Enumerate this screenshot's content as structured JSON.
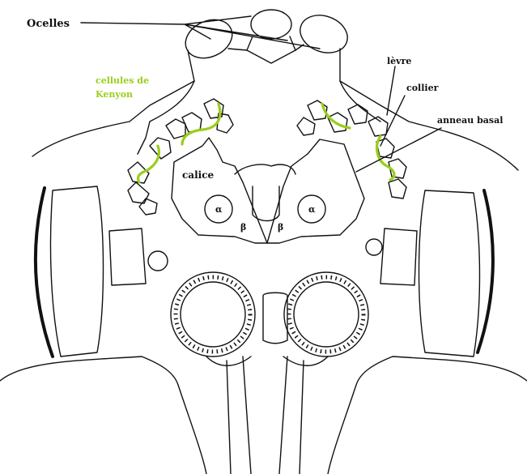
{
  "labels": {
    "ocelles": "Ocelles",
    "kenyon_line1": "cellules de",
    "kenyon_line2": "Kenyon",
    "levre": "lèvre",
    "collier": "collier",
    "anneau_basal": "anneau basal",
    "calice": "calice",
    "alpha_left": "α",
    "alpha_right": "α",
    "beta_left": "β",
    "beta_right": "β"
  },
  "colors": {
    "kenyon_highlight": "#9acd1a",
    "outline": "#111111"
  }
}
